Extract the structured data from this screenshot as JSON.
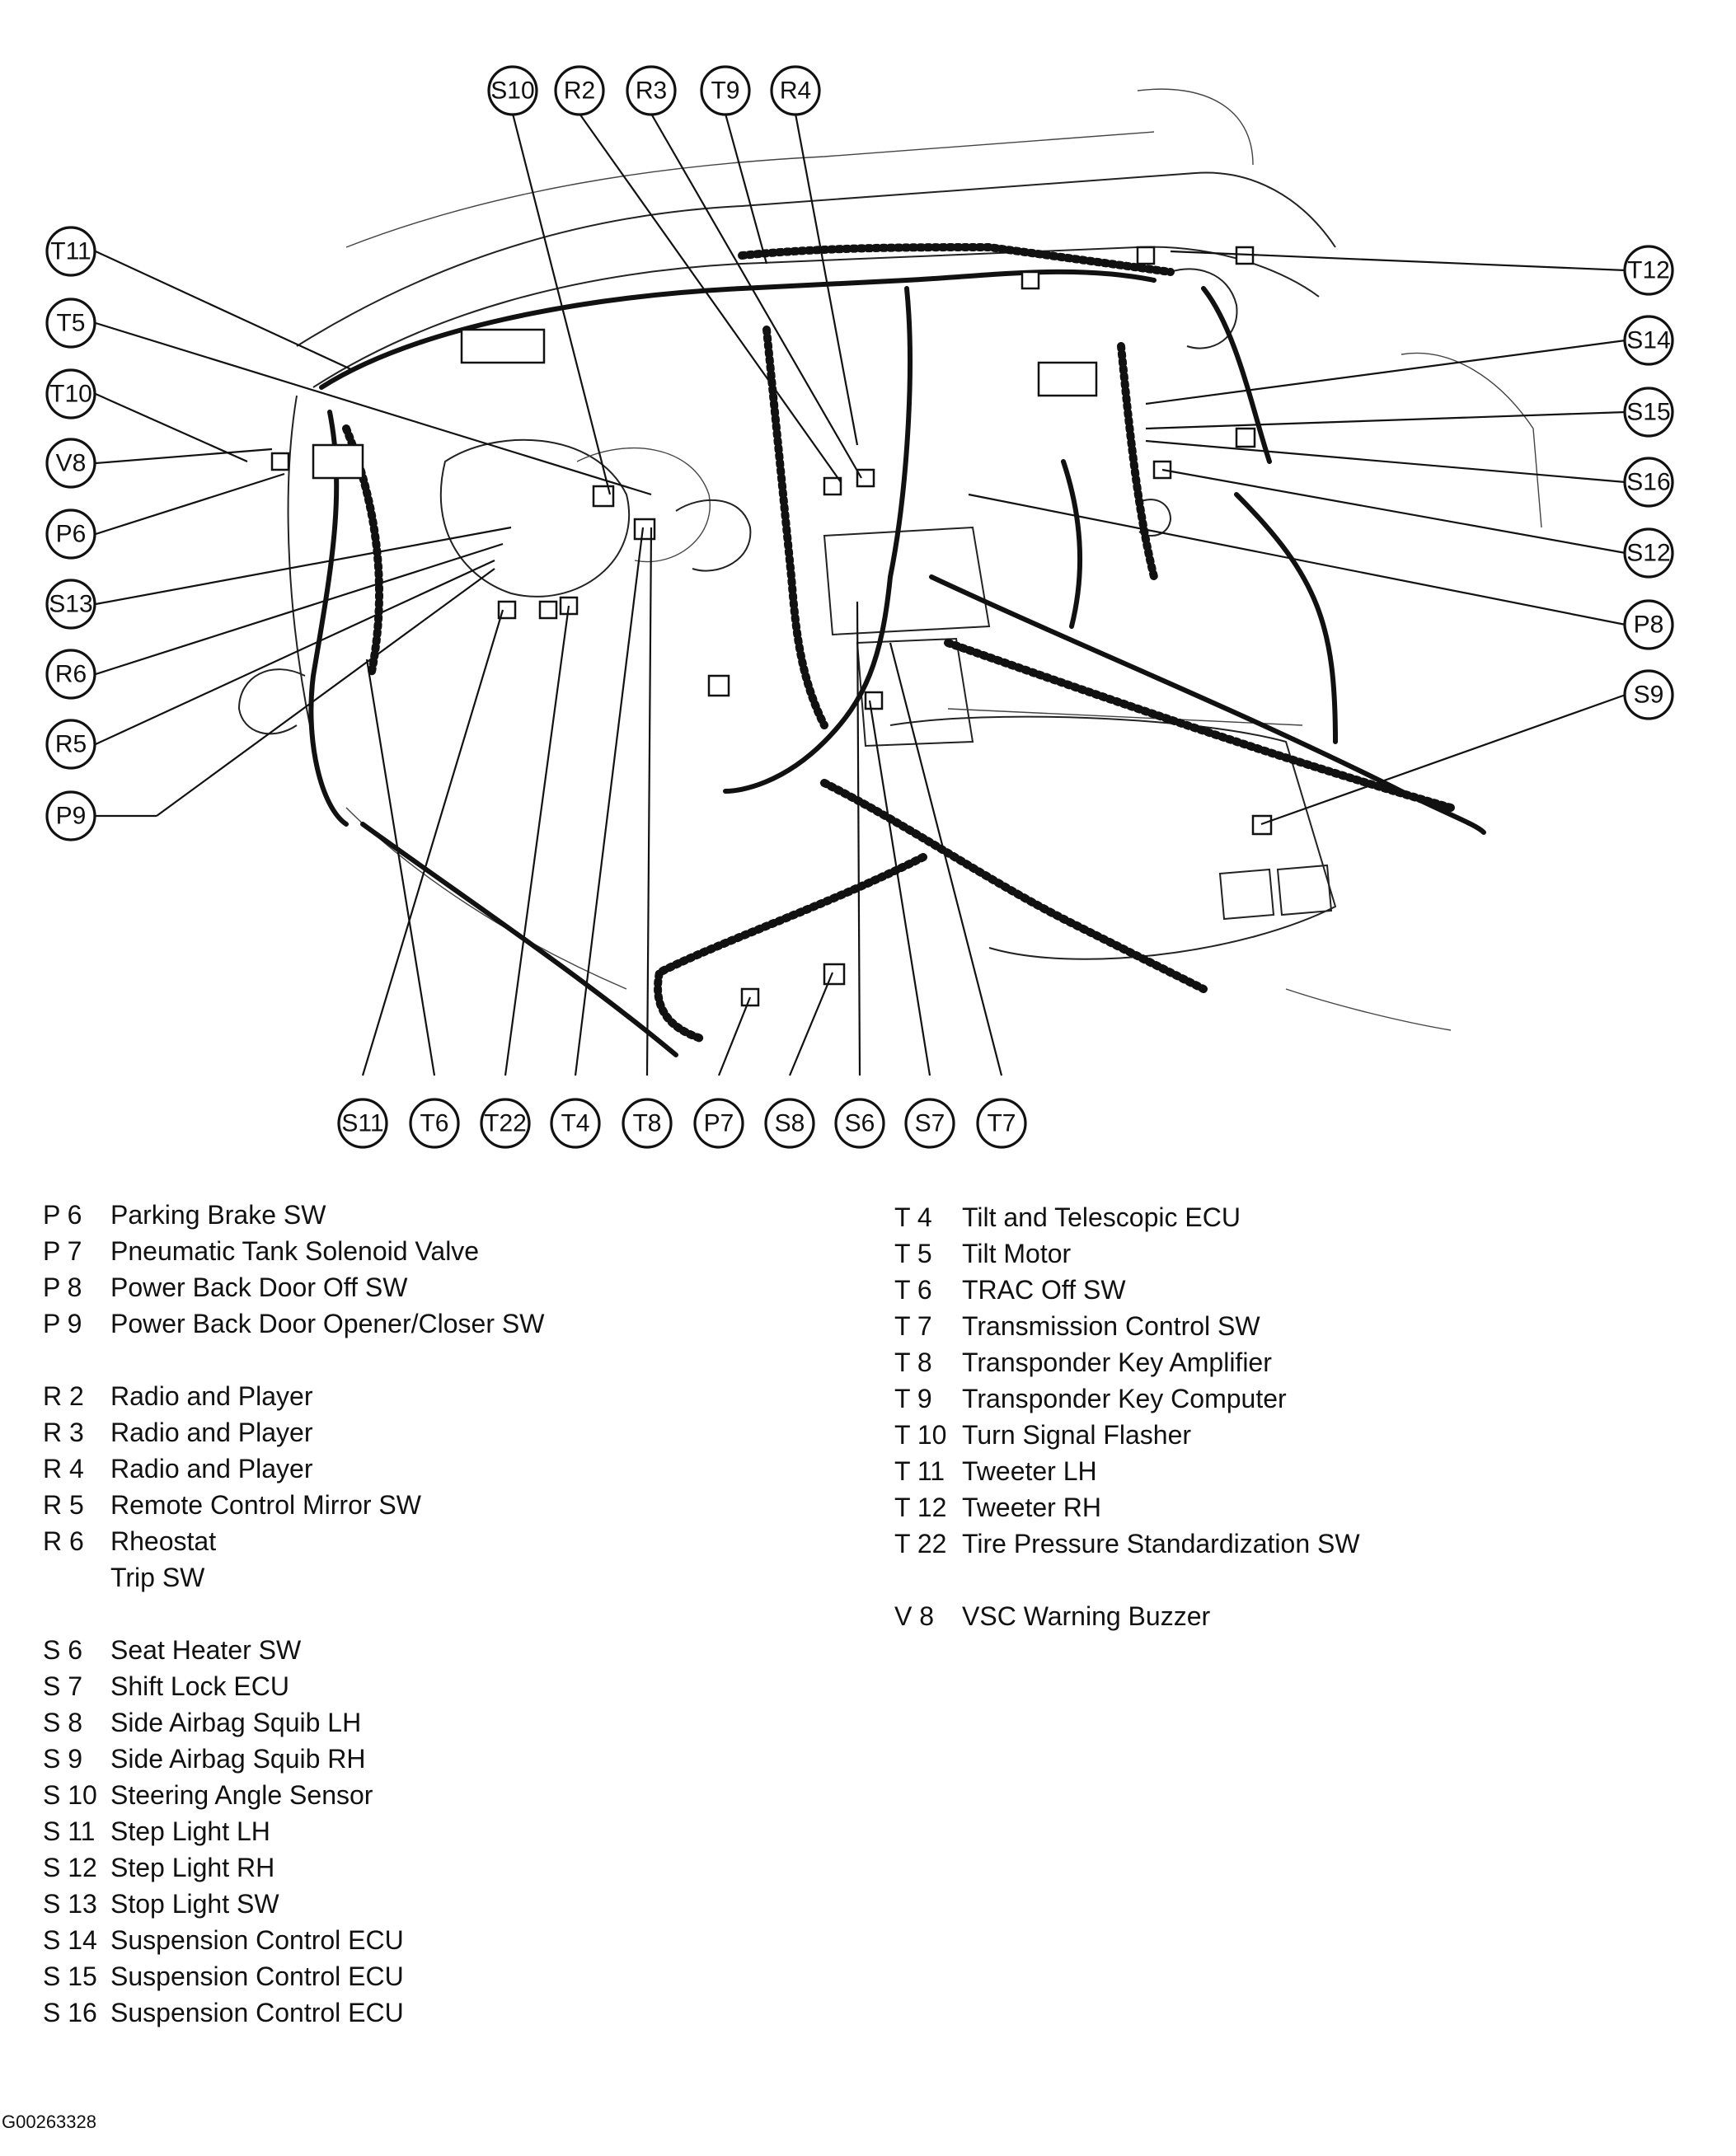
{
  "callouts": {
    "top": [
      "S10",
      "R2",
      "R3",
      "T9",
      "R4"
    ],
    "left": [
      "T11",
      "T5",
      "T10",
      "V8",
      "P6",
      "S13",
      "R6",
      "R5",
      "P9"
    ],
    "right": [
      "T12",
      "S14",
      "S15",
      "S16",
      "S12",
      "P8",
      "S9"
    ],
    "bottom": [
      "S11",
      "T6",
      "T22",
      "T4",
      "T8",
      "P7",
      "S8",
      "S6",
      "S7",
      "T7"
    ]
  },
  "legend_left": [
    {
      "code": "P  6",
      "label": "Parking Brake SW"
    },
    {
      "code": "P  7",
      "label": "Pneumatic Tank Solenoid Valve"
    },
    {
      "code": "P  8",
      "label": "Power Back Door Off SW"
    },
    {
      "code": "P  9",
      "label": "Power Back Door Opener/Closer SW"
    },
    {
      "code": "",
      "label": ""
    },
    {
      "code": "R  2",
      "label": "Radio and Player"
    },
    {
      "code": "R  3",
      "label": "Radio and Player"
    },
    {
      "code": "R  4",
      "label": "Radio and Player"
    },
    {
      "code": "R  5",
      "label": "Remote Control Mirror SW"
    },
    {
      "code": "R  6",
      "label": "Rheostat"
    },
    {
      "code": "",
      "label": "Trip SW",
      "continuation": true
    },
    {
      "code": "",
      "label": ""
    },
    {
      "code": "S  6",
      "label": "Seat Heater SW"
    },
    {
      "code": "S  7",
      "label": "Shift Lock ECU"
    },
    {
      "code": "S  8",
      "label": "Side Airbag Squib LH"
    },
    {
      "code": "S  9",
      "label": "Side Airbag Squib RH"
    },
    {
      "code": "S 10",
      "label": "Steering Angle Sensor"
    },
    {
      "code": "S 11",
      "label": "Step Light LH"
    },
    {
      "code": "S 12",
      "label": "Step Light RH"
    },
    {
      "code": "S 13",
      "label": "Stop Light SW"
    },
    {
      "code": "S 14",
      "label": "Suspension Control ECU"
    },
    {
      "code": "S 15",
      "label": "Suspension Control ECU"
    },
    {
      "code": "S 16",
      "label": "Suspension Control ECU"
    }
  ],
  "legend_right": [
    {
      "code": "T  4",
      "label": "Tilt and Telescopic ECU"
    },
    {
      "code": "T  5",
      "label": "Tilt Motor"
    },
    {
      "code": "T  6",
      "label": "TRAC Off SW"
    },
    {
      "code": "T  7",
      "label": "Transmission Control SW"
    },
    {
      "code": "T  8",
      "label": "Transponder Key Amplifier"
    },
    {
      "code": "T  9",
      "label": "Transponder Key Computer"
    },
    {
      "code": "T 10",
      "label": "Turn Signal Flasher"
    },
    {
      "code": "T 11",
      "label": "Tweeter LH"
    },
    {
      "code": "T 12",
      "label": "Tweeter RH"
    },
    {
      "code": "T 22",
      "label": "Tire Pressure Standardization SW"
    },
    {
      "code": "",
      "label": ""
    },
    {
      "code": "V  8",
      "label": "VSC Warning Buzzer"
    }
  ],
  "figure_id": "G00263328"
}
